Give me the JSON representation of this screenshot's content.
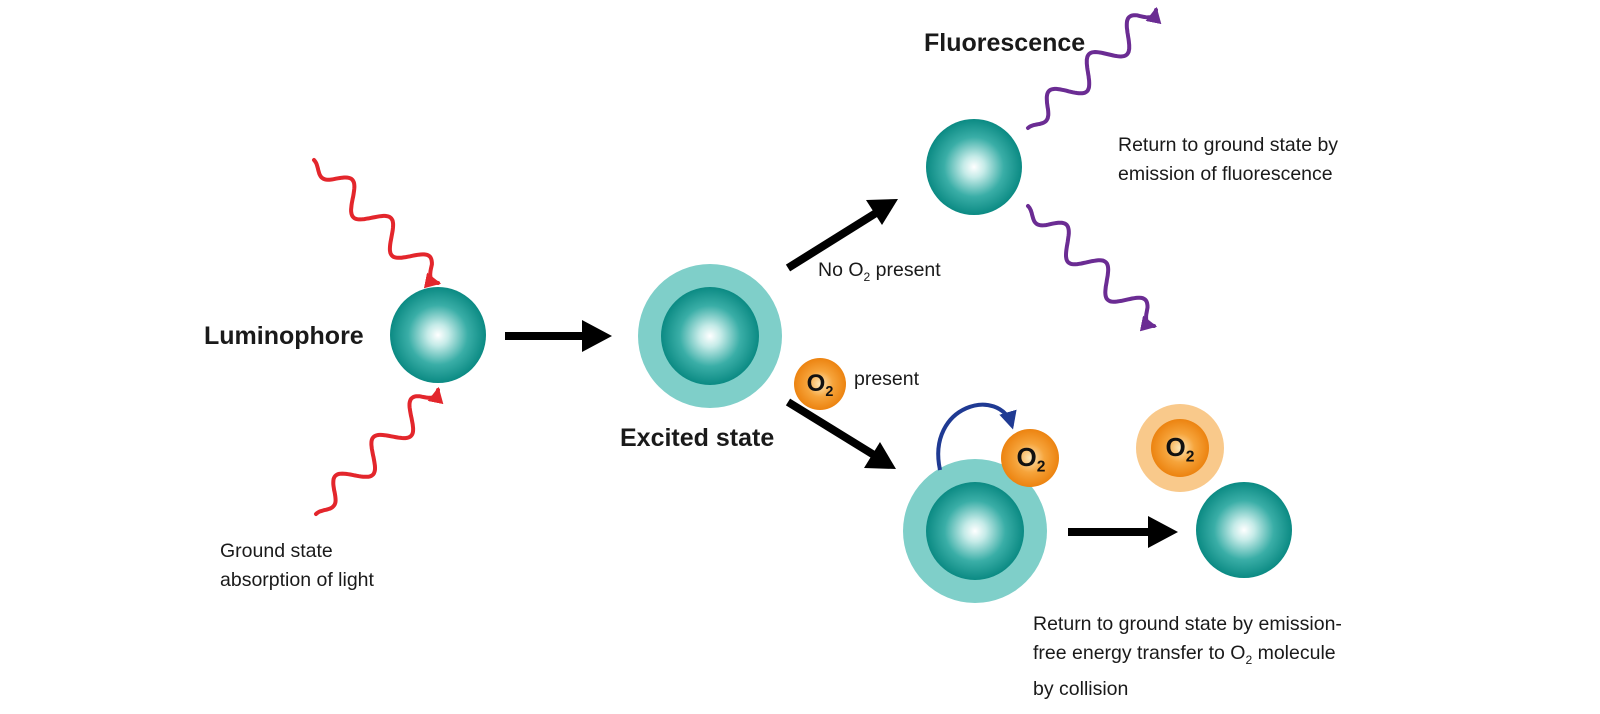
{
  "labels": {
    "luminophore": "Luminophore",
    "ground_state_line1": "Ground state",
    "ground_state_line2": "absorption of light",
    "excited_state": "Excited state",
    "fluorescence": "Fluorescence",
    "no_o2_present": "No O",
    "no_o2_subscript": "2",
    "no_o2_suffix": "present",
    "o2_present_suffix": "present",
    "fluorescence_return_line1": "Return to ground state by",
    "fluorescence_return_line2": "emission of fluorescence",
    "collision_return_line1": "Return to ground state by emission-",
    "collision_return_line2_prefix": "free energy transfer to O",
    "collision_return_line2_subscript": "2",
    "collision_return_line2_suffix": "molecule",
    "collision_return_line3": "by collision"
  },
  "oxygen_badge": {
    "letter": "O",
    "subscript": "2"
  },
  "colors": {
    "molecule_teal": "#0f958e",
    "excited_halo": "#7fcfc9",
    "oxygen_orange": "#f08a12",
    "oxygen_halo": "#f9c98b",
    "absorbed_light": "#e3262c",
    "fluorescence_light": "#6b2c93",
    "energy_transfer": "#1f3a93",
    "process_arrow": "#000000"
  }
}
